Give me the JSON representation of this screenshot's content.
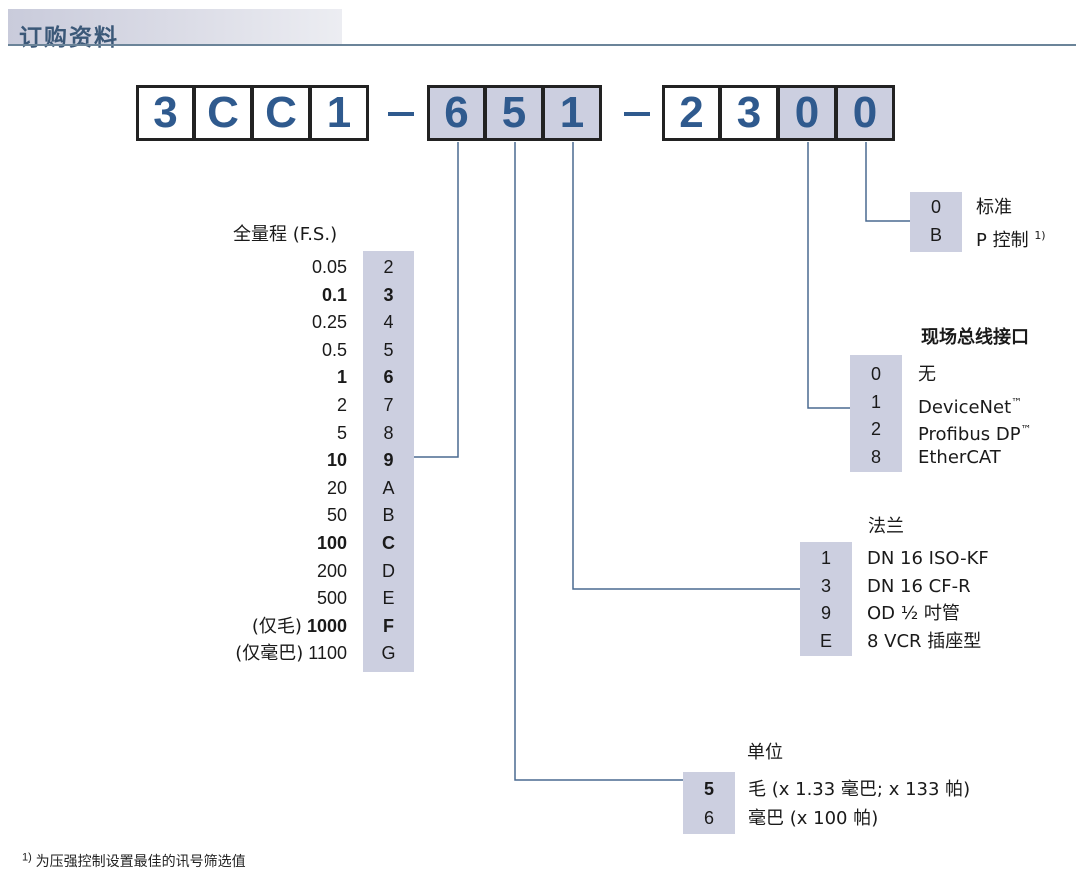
{
  "title": "订购资料",
  "part_number": {
    "groups": [
      {
        "cells": [
          {
            "char": "3",
            "selected": false
          },
          {
            "char": "C",
            "selected": false
          },
          {
            "char": "C",
            "selected": false
          },
          {
            "char": "1",
            "selected": false
          }
        ]
      },
      {
        "cells": [
          {
            "char": "6",
            "selected": true
          },
          {
            "char": "5",
            "selected": true
          },
          {
            "char": "1",
            "selected": true
          }
        ]
      },
      {
        "cells": [
          {
            "char": "2",
            "selected": false
          },
          {
            "char": "3",
            "selected": false
          },
          {
            "char": "0",
            "selected": true
          },
          {
            "char": "0",
            "selected": true
          }
        ]
      }
    ],
    "separator": "–"
  },
  "full_scale": {
    "heading": "全量程 (F.S.)",
    "options": [
      {
        "prefix": "",
        "value": "0.05",
        "code": "2",
        "bold": false
      },
      {
        "prefix": "",
        "value": "0.1",
        "code": "3",
        "bold": true
      },
      {
        "prefix": "",
        "value": "0.25",
        "code": "4",
        "bold": false
      },
      {
        "prefix": "",
        "value": "0.5",
        "code": "5",
        "bold": false
      },
      {
        "prefix": "",
        "value": "1",
        "code": "6",
        "bold": true
      },
      {
        "prefix": "",
        "value": "2",
        "code": "7",
        "bold": false
      },
      {
        "prefix": "",
        "value": "5",
        "code": "8",
        "bold": false
      },
      {
        "prefix": "",
        "value": "10",
        "code": "9",
        "bold": true
      },
      {
        "prefix": "",
        "value": "20",
        "code": "A",
        "bold": false
      },
      {
        "prefix": "",
        "value": "50",
        "code": "B",
        "bold": false
      },
      {
        "prefix": "",
        "value": "100",
        "code": "C",
        "bold": true
      },
      {
        "prefix": "",
        "value": "200",
        "code": "D",
        "bold": false
      },
      {
        "prefix": "",
        "value": "500",
        "code": "E",
        "bold": false
      },
      {
        "prefix": "(仅毛)",
        "value": "1000",
        "code": "F",
        "bold": true
      },
      {
        "prefix": "(仅毫巴)",
        "value": "1100",
        "code": "G",
        "bold": false
      }
    ]
  },
  "control": {
    "options": [
      {
        "code": "0",
        "desc": "标准",
        "sup": ""
      },
      {
        "code": "B",
        "desc": "P 控制",
        "sup": "1)"
      }
    ]
  },
  "fieldbus": {
    "heading": "现场总线接口",
    "options": [
      {
        "code": "0",
        "desc": "无",
        "sup": ""
      },
      {
        "code": "1",
        "desc": "DeviceNet",
        "sup": "™"
      },
      {
        "code": "2",
        "desc": "Profibus DP",
        "sup": "™"
      },
      {
        "code": "8",
        "desc": "EtherCAT",
        "sup": ""
      }
    ]
  },
  "flange": {
    "heading": "法兰",
    "options": [
      {
        "code": "1",
        "desc": "DN 16 ISO-KF"
      },
      {
        "code": "3",
        "desc": "DN 16 CF-R"
      },
      {
        "code": "9",
        "desc": "OD ½ 吋管"
      },
      {
        "code": "E",
        "desc": "8 VCR 插座型"
      }
    ]
  },
  "unit": {
    "heading": "单位",
    "options": [
      {
        "code": "5",
        "desc": "毛 (x 1.33 毫巴; x 133 帕)",
        "bold": true
      },
      {
        "code": "6",
        "desc": "毫巴 (x 100 帕)",
        "bold": false
      }
    ]
  },
  "footnote": {
    "marker": "1)",
    "text": "为压强控制设置最佳的讯号筛选值"
  },
  "colors": {
    "accent": "#2f5a8e",
    "option_bg": "#cccfe0",
    "line": "#4a6a90"
  }
}
